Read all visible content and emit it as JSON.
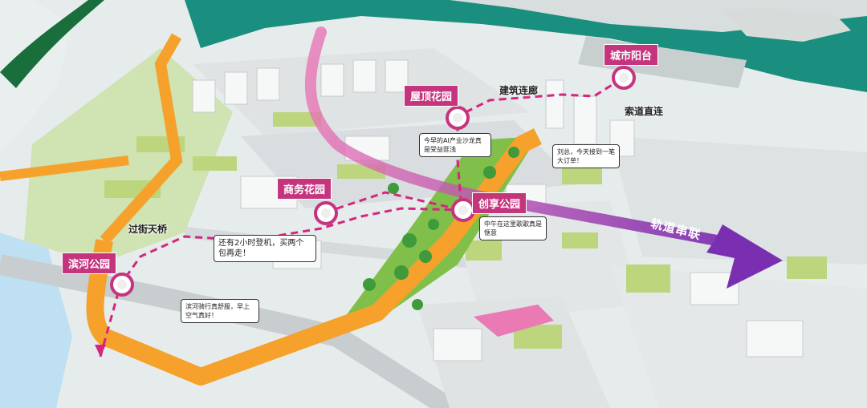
{
  "labels": {
    "binhe_park": "滨河公园",
    "business_garden": "商务花园",
    "roof_garden": "屋顶花园",
    "city_balcony": "城市阳台",
    "chuangxiang_park": "创享公园",
    "building_corridor": "建筑连廊",
    "cableway_link": "索道直连",
    "overpass": "过街天桥",
    "rail_link": "轨道串联"
  },
  "bubbles": {
    "two_hours": "还有2小时登机，买两个包再走！",
    "ai_forum": "今早的AI产业沙龙真是受益匪浅",
    "order_chat": "刘总，今天接到一笔大订单！",
    "noon_concert": "中午在这里歌歌真是惬意",
    "riverside_run": "滨河骑行真舒服，早上空气真好！"
  },
  "colors": {
    "accent": "#c4357e",
    "orange_path": "#f5a12b",
    "rail": "#8b3cb8",
    "water": "#1b8f7f",
    "green_roof": "#bdd67d"
  }
}
